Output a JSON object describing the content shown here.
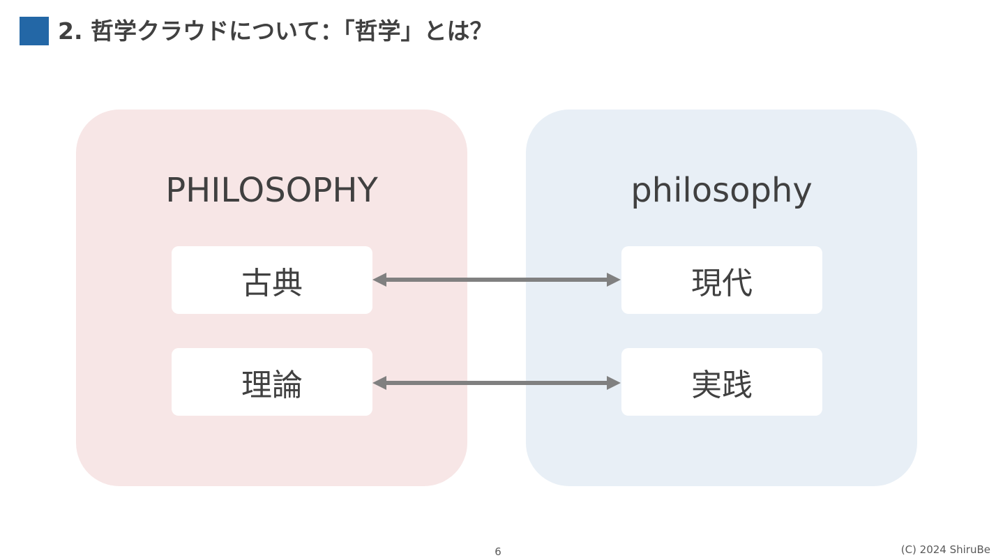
{
  "header": {
    "title": "2. 哲学クラウドについて：「哲学」とは？"
  },
  "left": {
    "title": "PHILOSOPHY",
    "items": [
      "古典",
      "理論"
    ]
  },
  "right": {
    "title": "philosophy",
    "items": [
      "現代",
      "実践"
    ]
  },
  "footer": {
    "page": "6",
    "copyright": "(C) 2024 ShiruBe"
  },
  "colors": {
    "accent": "#2367a6",
    "left_panel": "#f7e6e6",
    "right_panel": "#e8eff6",
    "arrow": "#808080"
  }
}
